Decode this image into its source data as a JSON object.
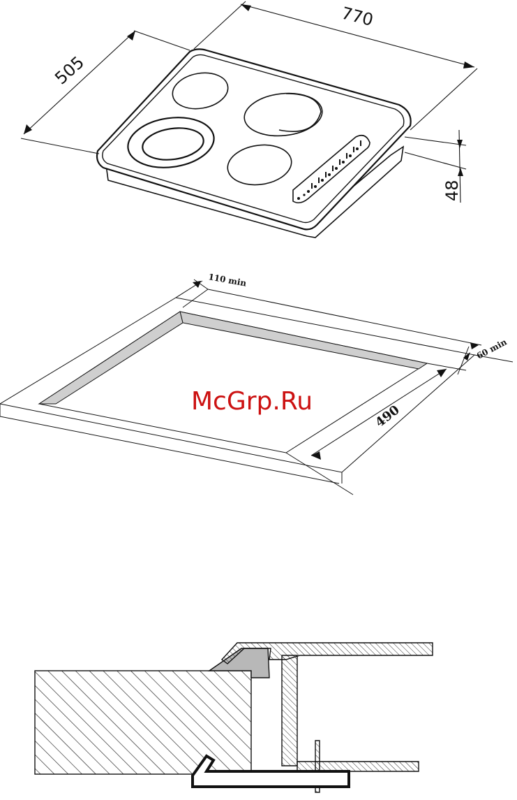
{
  "hob": {
    "width": "770",
    "depth": "505",
    "height": "48"
  },
  "cutout": {
    "rear_clearance": "110 min",
    "front_clearance": "60 min",
    "depth": "490"
  },
  "watermark": "McGrp.Ru"
}
